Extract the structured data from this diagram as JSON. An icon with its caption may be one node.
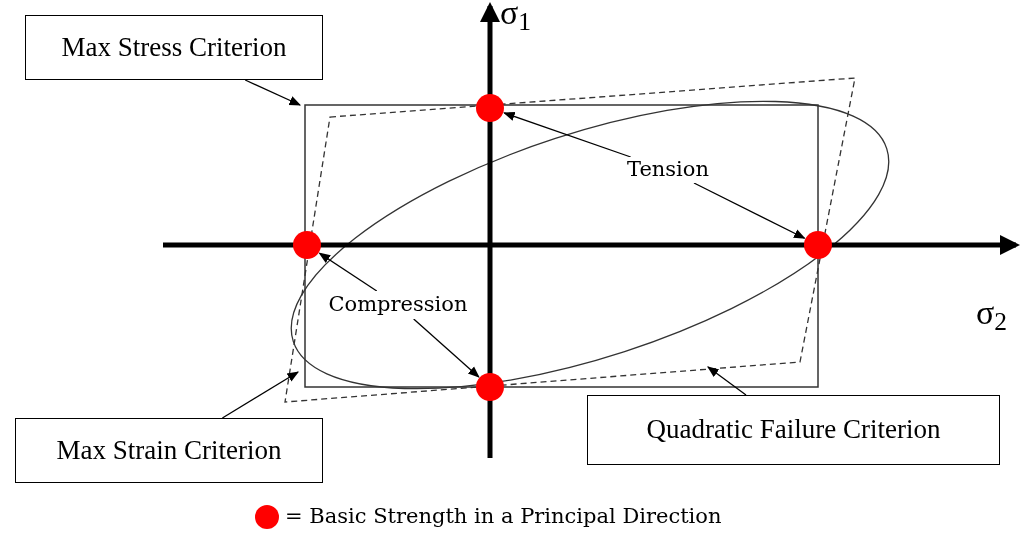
{
  "diagram": {
    "nodes": [
      {
        "text": [
          "Max Stress Criterion"
        ]
      },
      {
        "text": [
          "Max Strain Criterion"
        ]
      },
      {
        "text": [
          "Quadratic Failure Criterion"
        ]
      },
      {
        "text": [
          "Tension"
        ]
      },
      {
        "text": [
          "Compression"
        ]
      },
      {
        "text": [],
        "shape": "circle"
      },
      {
        "text": [],
        "shape": "circle"
      },
      {
        "text": [],
        "shape": "circle"
      },
      {
        "text": [],
        "shape": "circle"
      }
    ],
    "edges": [
      {
        "from": 0,
        "to": null,
        "arrow": "to"
      },
      {
        "from": 1,
        "to": null,
        "arrow": "to"
      },
      {
        "from": 2,
        "to": null,
        "arrow": "to"
      },
      {
        "from": 3,
        "to": 5,
        "arrow": "to"
      },
      {
        "from": 3,
        "to": 7,
        "arrow": "to"
      },
      {
        "from": 4,
        "to": 6,
        "arrow": "to"
      },
      {
        "from": 4,
        "to": 8,
        "arrow": "to"
      }
    ],
    "labels": [
      "σ$_{1}$",
      "σ$_{2}$"
    ],
    "legend": [
      {
        "text": "= Basic Strength in a Principal Direction",
        "color": "#ff0000"
      }
    ]
  }
}
